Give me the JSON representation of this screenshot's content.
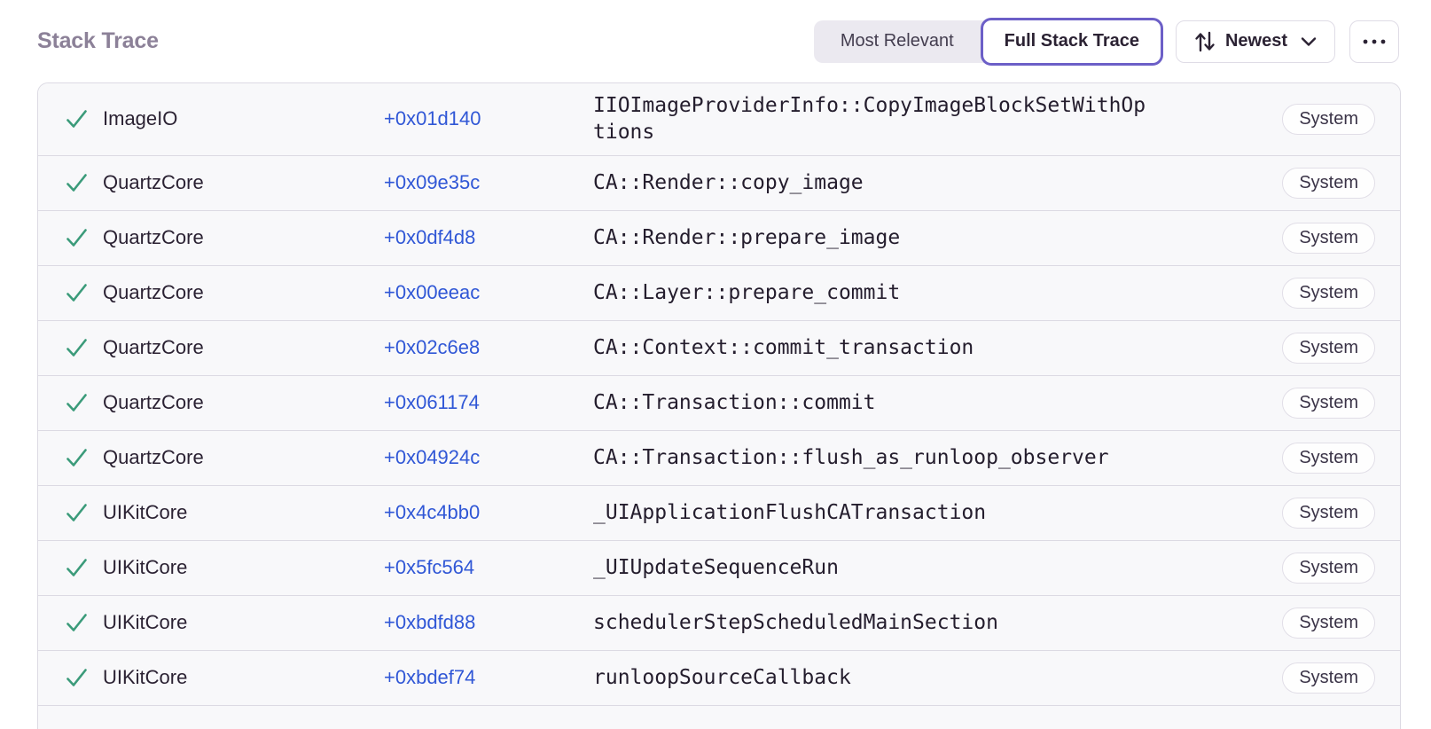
{
  "header": {
    "title": "Stack Trace",
    "view_toggle": {
      "options": [
        {
          "label": "Most Relevant",
          "selected": false
        },
        {
          "label": "Full Stack Trace",
          "selected": true
        }
      ]
    },
    "sort": {
      "label": "Newest"
    }
  },
  "colors": {
    "accent_purple": "#6c5fc7",
    "link_blue": "#3057d6",
    "check_green": "#3b9b7a",
    "title_gray": "#8c8198",
    "row_background": "#f8f8fa",
    "divider": "#dcdae3"
  },
  "stack_frames": [
    {
      "module": "ImageIO",
      "offset": "+0x01d140",
      "function": "IIOImageProviderInfo::CopyImageBlockSetWithOptions",
      "tag": "System"
    },
    {
      "module": "QuartzCore",
      "offset": "+0x09e35c",
      "function": "CA::Render::copy_image",
      "tag": "System"
    },
    {
      "module": "QuartzCore",
      "offset": "+0x0df4d8",
      "function": "CA::Render::prepare_image",
      "tag": "System"
    },
    {
      "module": "QuartzCore",
      "offset": "+0x00eeac",
      "function": "CA::Layer::prepare_commit",
      "tag": "System"
    },
    {
      "module": "QuartzCore",
      "offset": "+0x02c6e8",
      "function": "CA::Context::commit_transaction",
      "tag": "System"
    },
    {
      "module": "QuartzCore",
      "offset": "+0x061174",
      "function": "CA::Transaction::commit",
      "tag": "System"
    },
    {
      "module": "QuartzCore",
      "offset": "+0x04924c",
      "function": "CA::Transaction::flush_as_runloop_observer",
      "tag": "System"
    },
    {
      "module": "UIKitCore",
      "offset": "+0x4c4bb0",
      "function": "_UIApplicationFlushCATransaction",
      "tag": "System"
    },
    {
      "module": "UIKitCore",
      "offset": "+0x5fc564",
      "function": "_UIUpdateSequenceRun",
      "tag": "System"
    },
    {
      "module": "UIKitCore",
      "offset": "+0xbdfd88",
      "function": "schedulerStepScheduledMainSection",
      "tag": "System"
    },
    {
      "module": "UIKitCore",
      "offset": "+0xbdef74",
      "function": "runloopSourceCallback",
      "tag": "System"
    }
  ]
}
